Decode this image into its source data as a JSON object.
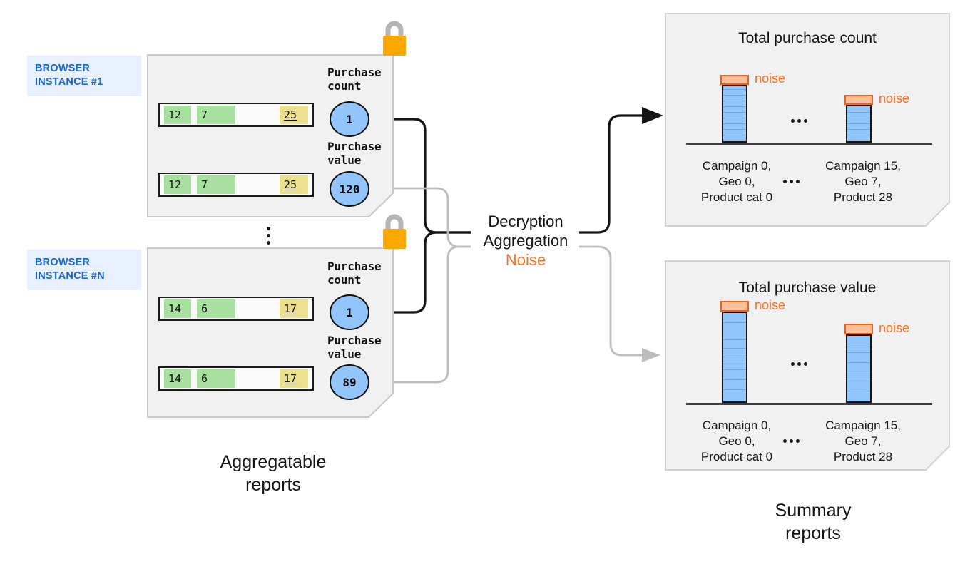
{
  "diagram": {
    "left_caption": "Aggregatable\nreports",
    "right_caption": "Summary\nreports",
    "processing": {
      "line1": "Decryption",
      "line2": "Aggregation",
      "line3": "Noise"
    },
    "colors": {
      "chip_text": "#1967d2",
      "chip_bg": "#e8f0fe",
      "bubble_fill": "#93c5fd",
      "key_cell": "#a8e0a0",
      "value_cell": "#ecdf8e",
      "noise": "#ff6d1f",
      "noise_fill": "#fbbf9a",
      "panel_bg": "#f1f1f1",
      "lock_body": "#fba900",
      "lock_shackle": "#b5b5b5"
    }
  },
  "browser_instances": [
    {
      "chip_label": "BROWSER\nINSTANCE #1",
      "lock_icon": "padlock-icon",
      "reports": [
        {
          "metric_label": "Purchase\ncount",
          "bubble_value": "1",
          "cells": [
            "12",
            "7",
            "25"
          ]
        },
        {
          "metric_label": "Purchase\nvalue",
          "bubble_value": "120",
          "cells": [
            "12",
            "7",
            "25"
          ]
        }
      ]
    },
    {
      "chip_label": "BROWSER\nINSTANCE #N",
      "lock_icon": "padlock-icon",
      "reports": [
        {
          "metric_label": "Purchase\ncount",
          "bubble_value": "1",
          "cells": [
            "14",
            "6",
            "17"
          ]
        },
        {
          "metric_label": "Purchase\nvalue",
          "bubble_value": "89",
          "cells": [
            "14",
            "6",
            "17"
          ]
        }
      ]
    }
  ],
  "summary_reports": [
    {
      "title": "Total purchase count",
      "noise_label_1": "noise",
      "noise_label_2": "noise",
      "cat_label_1": "Campaign 0,\nGeo 0,\nProduct cat 0",
      "cat_label_2": "Campaign 15,\nGeo 7,\nProduct 28"
    },
    {
      "title": "Total purchase value",
      "noise_label_1": "noise",
      "noise_label_2": "noise",
      "cat_label_1": "Campaign 0,\nGeo 0,\nProduct cat 0",
      "cat_label_2": "Campaign 15,\nGeo 7,\nProduct 28"
    }
  ],
  "chart_data": [
    {
      "type": "bar",
      "title": "Total purchase count",
      "categories": [
        "Campaign 0, Geo 0, Product cat 0",
        "Campaign 15, Geo 7, Product 28"
      ],
      "values": [
        88,
        58
      ],
      "noise_values": [
        12,
        12
      ],
      "segments": [
        10,
        6
      ],
      "xlabel": "",
      "ylabel": "",
      "ylim": [
        0,
        115
      ],
      "grid": false,
      "legend": "none",
      "annotations": [
        "noise",
        "noise",
        "..."
      ]
    },
    {
      "type": "bar",
      "title": "Total purchase value",
      "categories": [
        "Campaign 0, Geo 0, Product cat 0",
        "Campaign 15, Geo 7, Product 28"
      ],
      "values": [
        120,
        89
      ],
      "noise_values": [
        14,
        14
      ],
      "segments": [
        9,
        7
      ],
      "xlabel": "",
      "ylabel": "",
      "ylim": [
        0,
        150
      ],
      "grid": false,
      "legend": "none",
      "annotations": [
        "noise",
        "noise",
        "..."
      ]
    }
  ]
}
